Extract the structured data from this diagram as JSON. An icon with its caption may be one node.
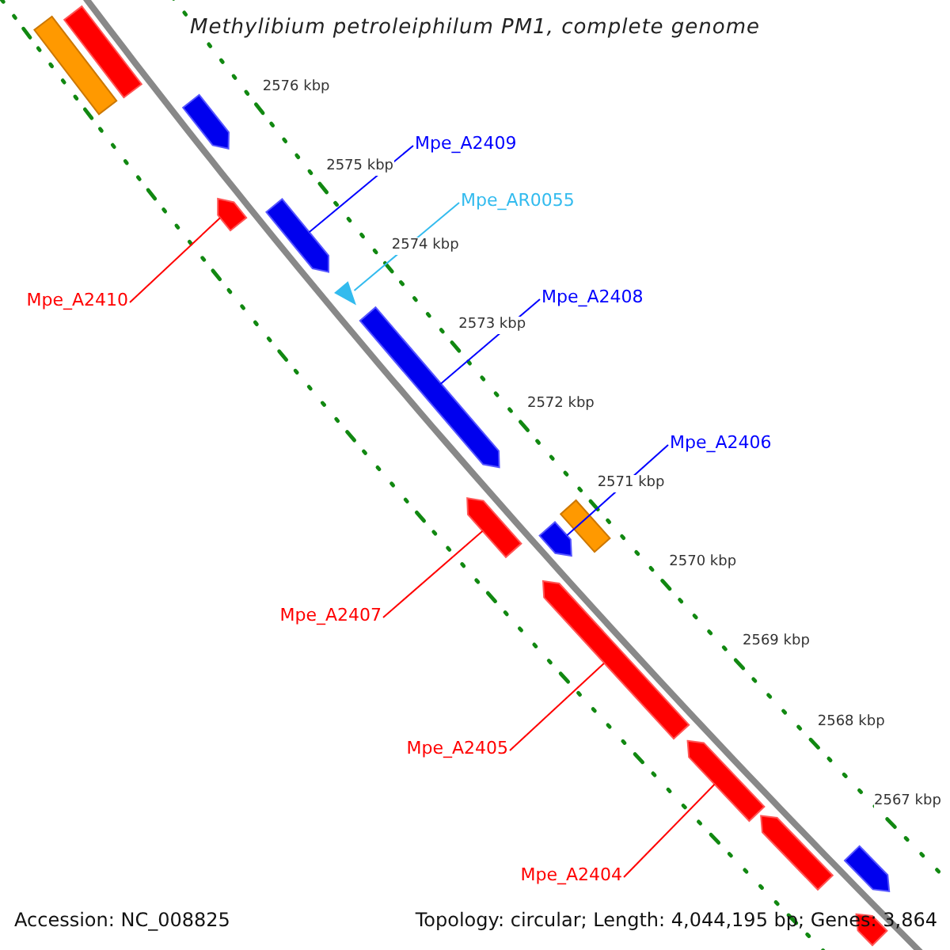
{
  "diagram": {
    "title": "Methylibium petroleiphilum PM1, complete genome",
    "nodes": [
      {
        "text": [
          "Mpe_A2409"
        ]
      },
      {
        "text": [
          "Mpe_AR0055"
        ]
      },
      {
        "text": [
          "Mpe_A2410"
        ]
      },
      {
        "text": [
          "Mpe_A2408"
        ]
      },
      {
        "text": [
          "Mpe_A2406"
        ]
      },
      {
        "text": [
          "Mpe_A2407"
        ]
      },
      {
        "text": [
          "Mpe_A2405"
        ]
      },
      {
        "text": [
          "Mpe_A2404"
        ]
      },
      {
        "text": [],
        "shape": "bar"
      },
      {
        "text": [],
        "shape": "bar"
      },
      {
        "text": [],
        "shape": "bar"
      },
      {
        "text": [],
        "shape": "bar"
      },
      {
        "text": [],
        "shape": "bar"
      },
      {
        "text": [],
        "shape": "triangle"
      },
      {
        "text": [],
        "shape": "bar"
      },
      {
        "text": [],
        "shape": "bar"
      },
      {
        "text": [],
        "shape": "bar"
      },
      {
        "text": [],
        "shape": "bar"
      },
      {
        "text": [],
        "shape": "bar"
      },
      {
        "text": [],
        "shape": "bar"
      },
      {
        "text": [],
        "shape": "bar"
      },
      {
        "text": [],
        "shape": "bar"
      },
      {
        "text": [],
        "shape": "bar"
      }
    ],
    "edges": [
      {
        "from": 0,
        "to": 12,
        "arrow": "none",
        "color": "#0000ff"
      },
      {
        "from": 1,
        "to": 13,
        "arrow": "none",
        "color": "#33bbee"
      },
      {
        "from": 2,
        "to": 11,
        "arrow": "none"
      },
      {
        "from": 3,
        "to": 14,
        "arrow": "none",
        "color": "#0000ff"
      },
      {
        "from": 4,
        "to": 17,
        "arrow": "none",
        "color": "#0000ff"
      },
      {
        "from": 5,
        "to": 15,
        "arrow": "none"
      },
      {
        "from": 6,
        "to": 18,
        "arrow": "none"
      },
      {
        "from": 7,
        "to": 19,
        "arrow": "none"
      }
    ],
    "labels": [
      "2576 kbp",
      "2575 kbp",
      "2574 kbp",
      "2573 kbp",
      "2572 kbp",
      "2571 kbp",
      "2570 kbp",
      "2569 kbp",
      "2568 kbp",
      "2567 kbp",
      "Accession: NC_008825",
      "Topology: circular; Length: 4,044,195 bp; Genes: 3,864"
    ]
  }
}
